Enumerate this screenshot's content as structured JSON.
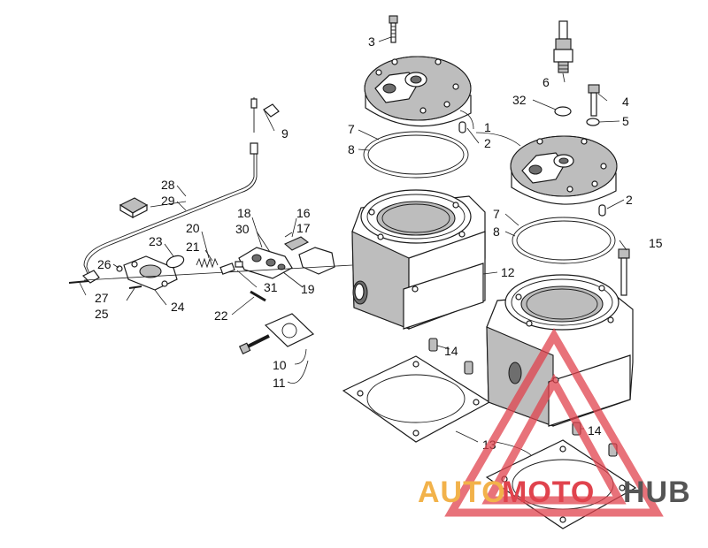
{
  "callouts": [
    {
      "id": "c3",
      "label": "3"
    },
    {
      "id": "c6",
      "label": "6"
    },
    {
      "id": "c4",
      "label": "4"
    },
    {
      "id": "c32",
      "label": "32"
    },
    {
      "id": "c5",
      "label": "5"
    },
    {
      "id": "c1",
      "label": "1"
    },
    {
      "id": "c2a",
      "label": "2"
    },
    {
      "id": "c2b",
      "label": "2"
    },
    {
      "id": "c9",
      "label": "9"
    },
    {
      "id": "c7a",
      "label": "7"
    },
    {
      "id": "c8a",
      "label": "8"
    },
    {
      "id": "c7b",
      "label": "7"
    },
    {
      "id": "c8b",
      "label": "8"
    },
    {
      "id": "c28",
      "label": "28"
    },
    {
      "id": "c29",
      "label": "29"
    },
    {
      "id": "c18",
      "label": "18"
    },
    {
      "id": "c30",
      "label": "30"
    },
    {
      "id": "c16",
      "label": "16"
    },
    {
      "id": "c17",
      "label": "17"
    },
    {
      "id": "c20",
      "label": "20"
    },
    {
      "id": "c21",
      "label": "21"
    },
    {
      "id": "c23",
      "label": "23"
    },
    {
      "id": "c15",
      "label": "15"
    },
    {
      "id": "c26",
      "label": "26"
    },
    {
      "id": "c12",
      "label": "12"
    },
    {
      "id": "c31",
      "label": "31"
    },
    {
      "id": "c19",
      "label": "19"
    },
    {
      "id": "c27",
      "label": "27"
    },
    {
      "id": "c25",
      "label": "25"
    },
    {
      "id": "c24",
      "label": "24"
    },
    {
      "id": "c22",
      "label": "22"
    },
    {
      "id": "c14a",
      "label": "14"
    },
    {
      "id": "c10",
      "label": "10"
    },
    {
      "id": "c11",
      "label": "11"
    },
    {
      "id": "c14b",
      "label": "14"
    },
    {
      "id": "c13",
      "label": "13"
    }
  ],
  "watermark": {
    "part1": "AUTO",
    "part2": "MOTO",
    "part3": "HUB",
    "colors": {
      "auto": "#f2b24a",
      "moto": "#e0434d",
      "hub": "#555555",
      "triangle": "#e0434d"
    }
  }
}
